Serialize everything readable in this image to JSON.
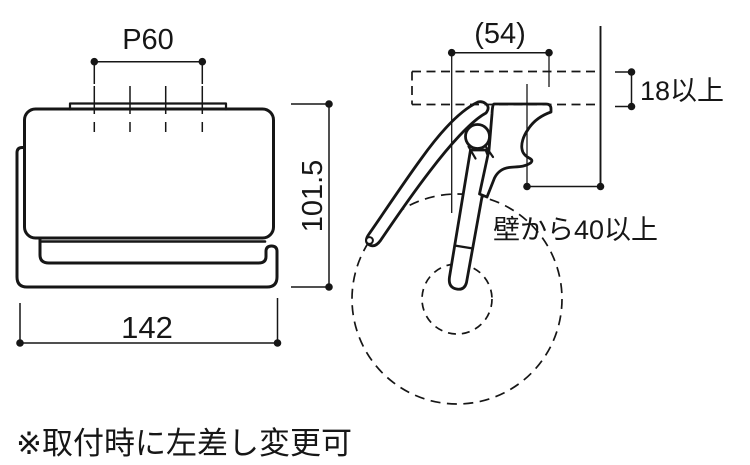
{
  "canvas": {
    "background": "#ffffff",
    "line_color": "#161616"
  },
  "front_view": {
    "pitch_dimension": "P60",
    "height_dimension": "101.5",
    "width_dimension": "142"
  },
  "side_view": {
    "depth_dimension": "(54)",
    "board_thickness_dimension": "18以上",
    "wall_clearance_dimension": "壁から40以上"
  },
  "footnote": "※取付時に左差し変更可"
}
